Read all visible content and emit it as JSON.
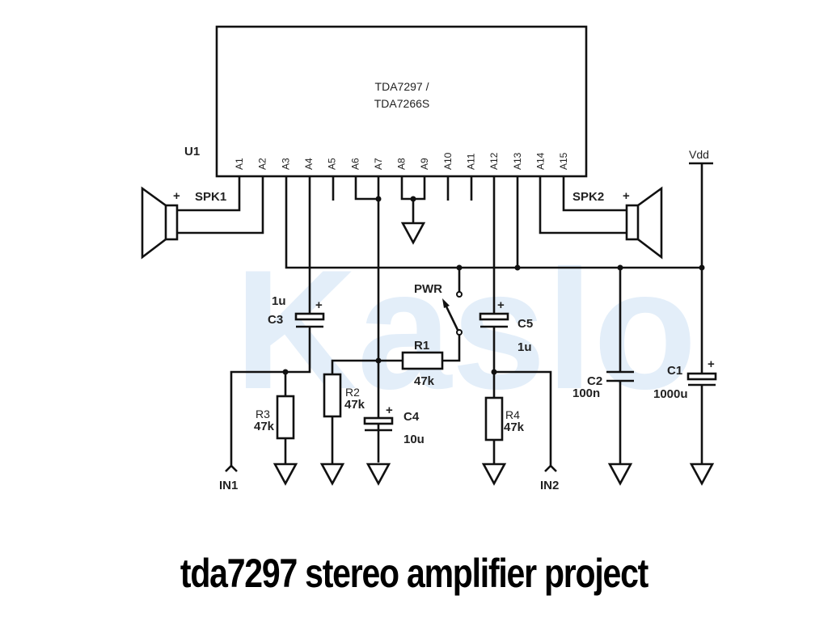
{
  "chip": {
    "ref": "U1",
    "name_line1": "TDA7297 /",
    "name_line2": "TDA7266S",
    "pins": [
      "A1",
      "A2",
      "A3",
      "A4",
      "A5",
      "A6",
      "A7",
      "A8",
      "A9",
      "A10",
      "A11",
      "A12",
      "A13",
      "A14",
      "A15"
    ]
  },
  "speakers": {
    "left": {
      "label": "SPK1",
      "polarity": "+"
    },
    "right": {
      "label": "SPK2",
      "polarity": "+"
    }
  },
  "supply": {
    "label": "Vdd"
  },
  "switch": {
    "label": "PWR"
  },
  "components": {
    "c1": {
      "ref": "C1",
      "value": "1000u",
      "polarity": "+"
    },
    "c2": {
      "ref": "C2",
      "value": "100n"
    },
    "c3": {
      "ref": "C3",
      "value": "1u",
      "polarity": "+"
    },
    "c4": {
      "ref": "C4",
      "value": "10u",
      "polarity": "+"
    },
    "c5": {
      "ref": "C5",
      "value": "1u",
      "polarity": "+"
    },
    "r1": {
      "ref": "R1",
      "value": "47k"
    },
    "r2": {
      "ref": "R2",
      "value": "47k"
    },
    "r3": {
      "ref": "R3",
      "value": "47k"
    },
    "r4": {
      "ref": "R4",
      "value": "47k"
    }
  },
  "inputs": {
    "in1": "IN1",
    "in2": "IN2"
  },
  "watermark": "Kaslo",
  "caption": "tda7297 stereo amplifier project"
}
